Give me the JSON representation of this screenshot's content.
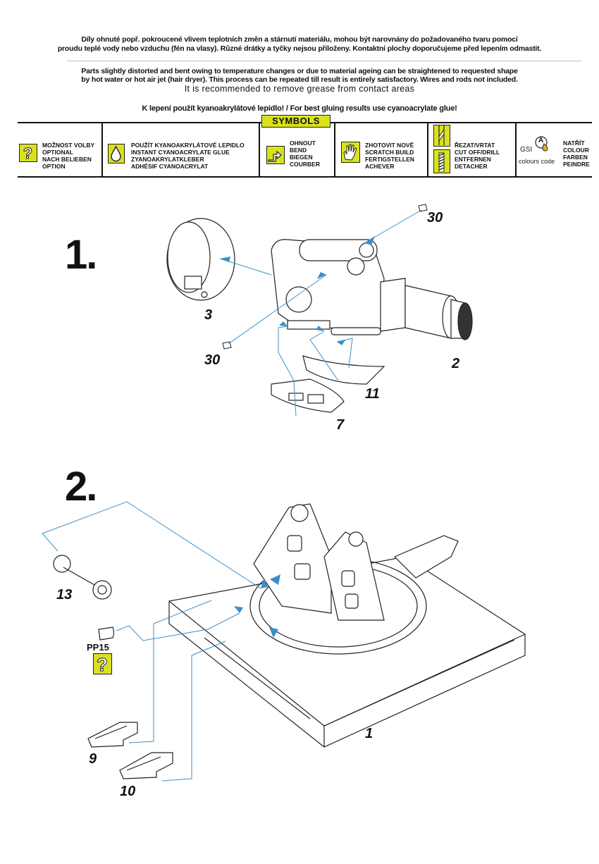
{
  "header": {
    "cz_line1": "Díly ohnuté popř. pokroucené vlivem teplotních změn a stárnutí materiálu, mohou být narovnány do požadovaného tvaru pomocí",
    "cz_line2": "proudu teplé vody  nebo vzduchu (fén na vlasy). Různé drátky a tyčky nejsou přiloženy. Kontaktní plochy doporučujeme před lepením odmastit.",
    "en_line1": "Parts slightly distorted and bent  owing to temperature changes or due to material ageing can be straightened to requested shape",
    "en_line2": "by hot water or hot air jet (hair dryer). This process can be repeated till result is entirely satisfactory. Wires and  rods  not included.",
    "en_line3": "It is recommended  to remove grease from contact areas",
    "glue_note": "K lepení použít kyanoakrylátové lepidlo!  /  For best gluing results use cyanoacrylate glue!"
  },
  "symbols": {
    "title": "SYMBOLS",
    "accent_color": "#d9e21d",
    "items": [
      {
        "icon": "question-mark-icon",
        "lines": [
          "MOŽNOST VOLBY",
          "OPTIONAL",
          "NACH BELIEBEN",
          "OPTION"
        ]
      },
      {
        "icon": "glue-drop-icon",
        "lines": [
          "POUŽÍT KYANOAKRYLÁTOVÉ LEPIDLO",
          "INSTANT CYANOACRYLATE GLUE",
          "ZYANOAKRYLATKLEBER",
          "ADHÉSIF CYANOACRYLAT"
        ]
      },
      {
        "icon": "bend-arrow-icon",
        "lines": [
          "OHNOUT",
          "BEND",
          "BIEGEN",
          "COURBER"
        ]
      },
      {
        "icon": "hand-icon",
        "lines": [
          "ZHOTOVIT NOVĚ",
          "SCRATCH BUILD",
          "FERTIGSTELLEN",
          "ACHEVER"
        ]
      },
      {
        "icon": "cut-drill-icon",
        "lines": [
          "ŘEZAT/VRTAT",
          "CUT OFF/DRILL",
          "ENTFERNEN",
          "DETACHER"
        ]
      },
      {
        "icon": "paint-icon",
        "gsi_label": "GSI",
        "gsi_sub": "colours code",
        "badge": "A",
        "lines": [
          "NATŘÍT",
          "COLOUR",
          "FARBEN",
          "PEINDRE"
        ]
      }
    ]
  },
  "steps": [
    {
      "number": "1.",
      "parts": [
        "30",
        "3",
        "30",
        "2",
        "11",
        "7"
      ]
    },
    {
      "number": "2.",
      "parts": [
        "13",
        "PP15",
        "1",
        "9",
        "10"
      ]
    }
  ],
  "leader_color": "#3a8fc8"
}
